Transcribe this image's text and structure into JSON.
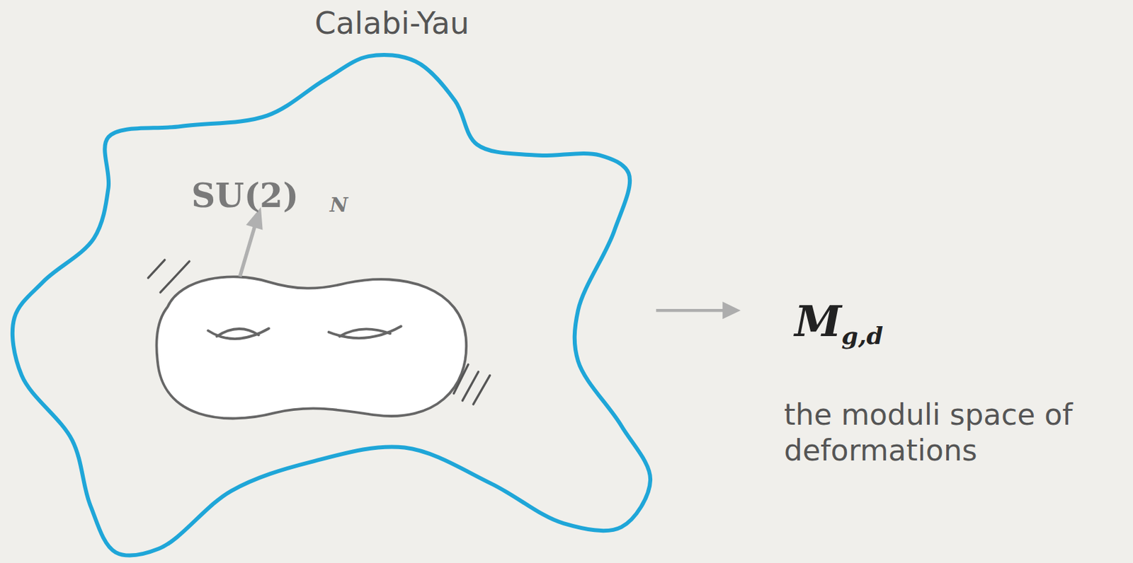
{
  "diagram": {
    "nodes": [
      {
        "text": [
          "Calabi-Yau"
        ]
      }
    ],
    "labels": [
      "SU(2)",
      "N",
      "M",
      "g,d",
      "the moduli space of deformations"
    ]
  }
}
